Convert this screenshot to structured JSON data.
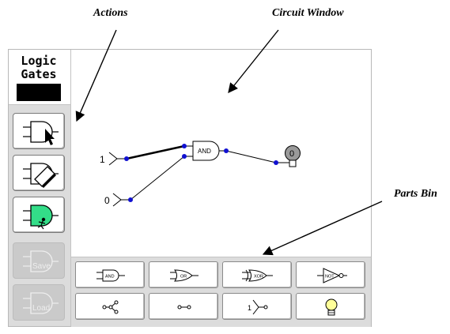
{
  "annotations": {
    "actions": "Actions",
    "circuit_window": "Circuit Window",
    "parts_bin": "Parts Bin"
  },
  "app": {
    "title_line1": "Logic",
    "title_line2": "Gates"
  },
  "tools": {
    "select_label": "",
    "erase_label": "",
    "run_label": "",
    "save_label": "Save",
    "load_label": "Load"
  },
  "circuit": {
    "input_top_value": "1",
    "input_bottom_value": "0",
    "gate_label": "AND",
    "output_value": "0",
    "wire_color": "#000000",
    "node_color": "#1010d0"
  },
  "parts": {
    "and_label": "AND",
    "or_label": "OR",
    "xor_label": "XOR",
    "not_label": "NOT",
    "input_label": "1",
    "splitter_icon": "splitter-icon",
    "connector_icon": "connector-icon",
    "bulb_icon": "light-bulb-icon"
  },
  "colors": {
    "run_tool_accent": "#33dd88",
    "bulb_color": "#ffff99"
  }
}
